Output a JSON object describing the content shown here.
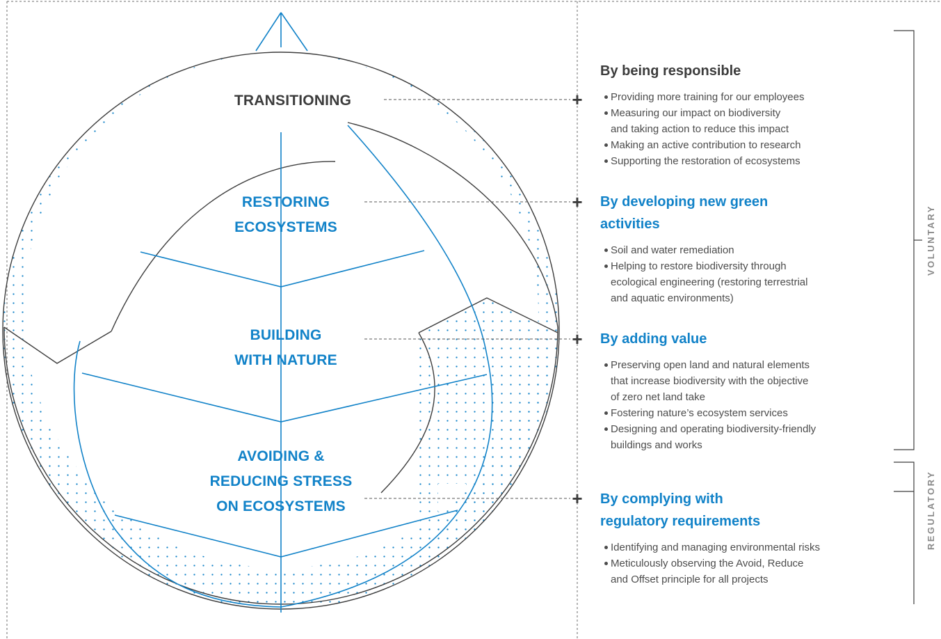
{
  "colors": {
    "blue": "#1182c8",
    "dark": "#3c3c3c",
    "text": "#4c4c4c",
    "gray": "#8a8a8a"
  },
  "levels": [
    {
      "lines": [
        "TRANSITIONING"
      ],
      "color": "dark"
    },
    {
      "lines": [
        "RESTORING",
        "ECOSYSTEMS"
      ],
      "color": "blue"
    },
    {
      "lines": [
        "BUILDING",
        "WITH NATURE"
      ],
      "color": "blue"
    },
    {
      "lines": [
        "AVOIDING &",
        "REDUCING STRESS",
        "ON ECOSYSTEMS"
      ],
      "color": "blue"
    }
  ],
  "connector_symbol": "+",
  "sections": [
    {
      "title": "By being responsible",
      "color": "dark",
      "items": [
        "Providing more training for our employees",
        "Measuring our impact on biodiversity\nand taking action to reduce this impact",
        "Making an active contribution to research",
        "Supporting the restoration of ecosystems"
      ]
    },
    {
      "title": "By developing new green\nactivities",
      "color": "blue",
      "items": [
        "Soil and water remediation",
        "Helping to restore biodiversity through\necological engineering (restoring terrestrial\nand aquatic environments)"
      ]
    },
    {
      "title": "By adding value",
      "color": "blue",
      "items": [
        "Preserving open land and natural elements\nthat increase biodiversity with the objective\nof zero net land take",
        "Fostering nature’s ecosystem services",
        "Designing and operating biodiversity-friendly\nbuildings and works"
      ]
    },
    {
      "title": "By complying with\nregulatory requirements",
      "color": "blue",
      "items": [
        "Identifying and managing environmental risks",
        "Meticulously observing the Avoid, Reduce\nand Offset principle for all projects"
      ]
    }
  ],
  "side_labels": {
    "voluntary": "VOLUNTARY",
    "regulatory": "REGULATORY"
  }
}
